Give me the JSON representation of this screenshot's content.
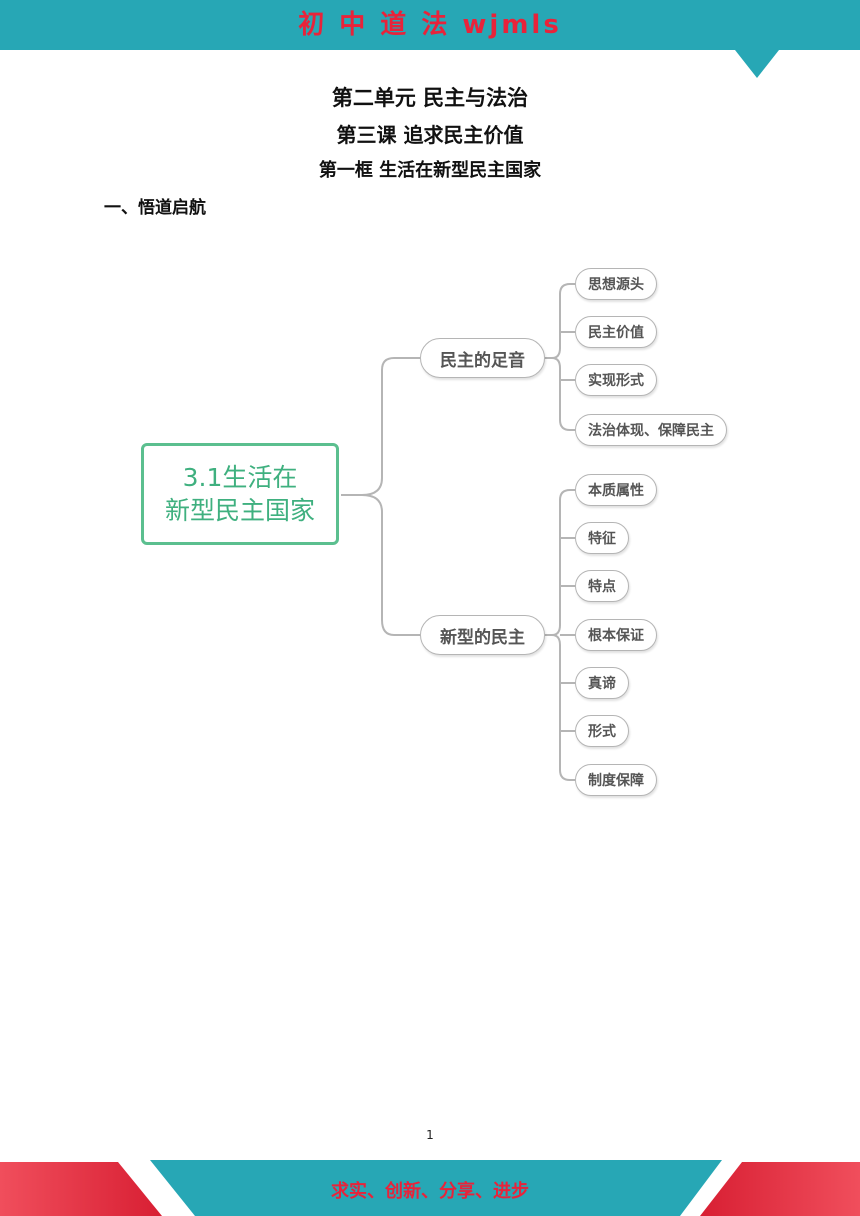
{
  "header": {
    "title": "初 中 道 法 wjmls"
  },
  "titles": {
    "unit": "第二单元  民主与法治",
    "lesson": "第三课  追求民主价值",
    "frame": "第一框  生活在新型民主国家"
  },
  "section": {
    "heading": "一、悟道启航"
  },
  "mindmap": {
    "root": {
      "line1": "3.1生活在",
      "line2": "新型民主国家"
    },
    "branches": [
      {
        "label": "民主的足音",
        "children": [
          "思想源头",
          "民主价值",
          "实现形式",
          "法治体现、保障民主"
        ]
      },
      {
        "label": "新型的民主",
        "children": [
          "本质属性",
          "特征",
          "特点",
          "根本保证",
          "真谛",
          "形式",
          "制度保障"
        ]
      }
    ]
  },
  "page_number": "1",
  "footer": {
    "slogan": "求实、创新、分享、进步"
  },
  "colors": {
    "teal": "#27a7b5",
    "red": "#e8233a",
    "green": "#5bbf8f",
    "line": "#b5b5b5"
  }
}
